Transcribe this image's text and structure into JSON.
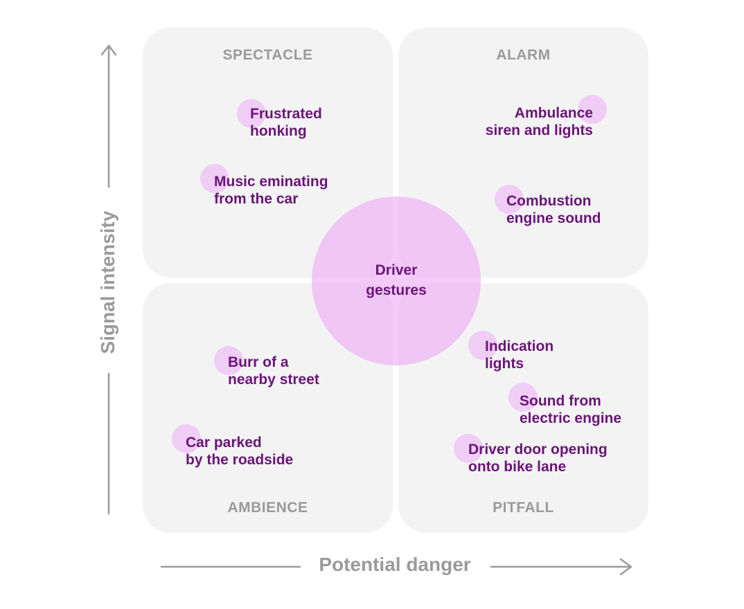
{
  "quadrants": {
    "spectacle": "SPECTACLE",
    "alarm": "ALARM",
    "ambience": "AMBIENCE",
    "pitfall": "PITFALL"
  },
  "center": {
    "line1": "Driver",
    "line2": "gestures"
  },
  "items": {
    "frustrated_honking": [
      "Frustrated",
      "honking"
    ],
    "music": [
      "Music eminating",
      "from the car"
    ],
    "ambulance": [
      "Ambulance",
      "siren and lights"
    ],
    "combustion": [
      "Combustion",
      "engine sound"
    ],
    "burr": [
      "Burr of a",
      "nearby street"
    ],
    "car_parked": [
      "Car parked",
      "by the roadside"
    ],
    "indication": [
      "Indication",
      "lights"
    ],
    "electric": [
      "Sound from",
      "electric engine"
    ],
    "door": [
      "Driver door opening",
      "onto bike lane"
    ]
  },
  "axes": {
    "x_label": "Potential danger",
    "y_label": "Signal intensity"
  },
  "colors": {
    "quadrant_bg": "#f3f3f4",
    "accent_text": "#6a1477",
    "bubble": "#eeaaf5",
    "axis": "#9a9a9a"
  }
}
